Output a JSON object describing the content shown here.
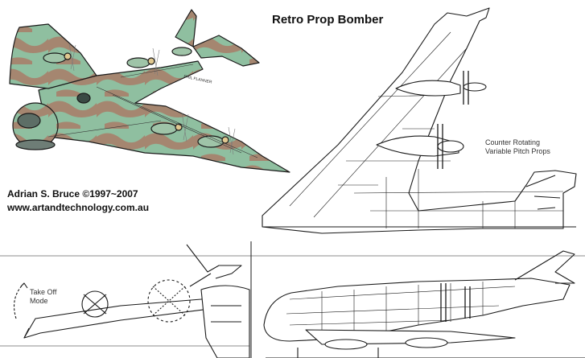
{
  "title": "Retro Prop Bomber",
  "credit": "Adrian S. Bruce ©1997~2007",
  "website": "www.artandtechnology.com.au",
  "annotations": {
    "props_line1": "Counter Rotating",
    "props_line2": "Variable Pitch Props",
    "takeoff_line1": "Take Off",
    "takeoff_line2": "Mode",
    "sketch_tag": "PHIL FLANNER"
  },
  "colors": {
    "camo_green": "#8fbfa0",
    "camo_brown": "#a58670",
    "ink": "#1a1a1a",
    "paper": "#ffffff"
  }
}
